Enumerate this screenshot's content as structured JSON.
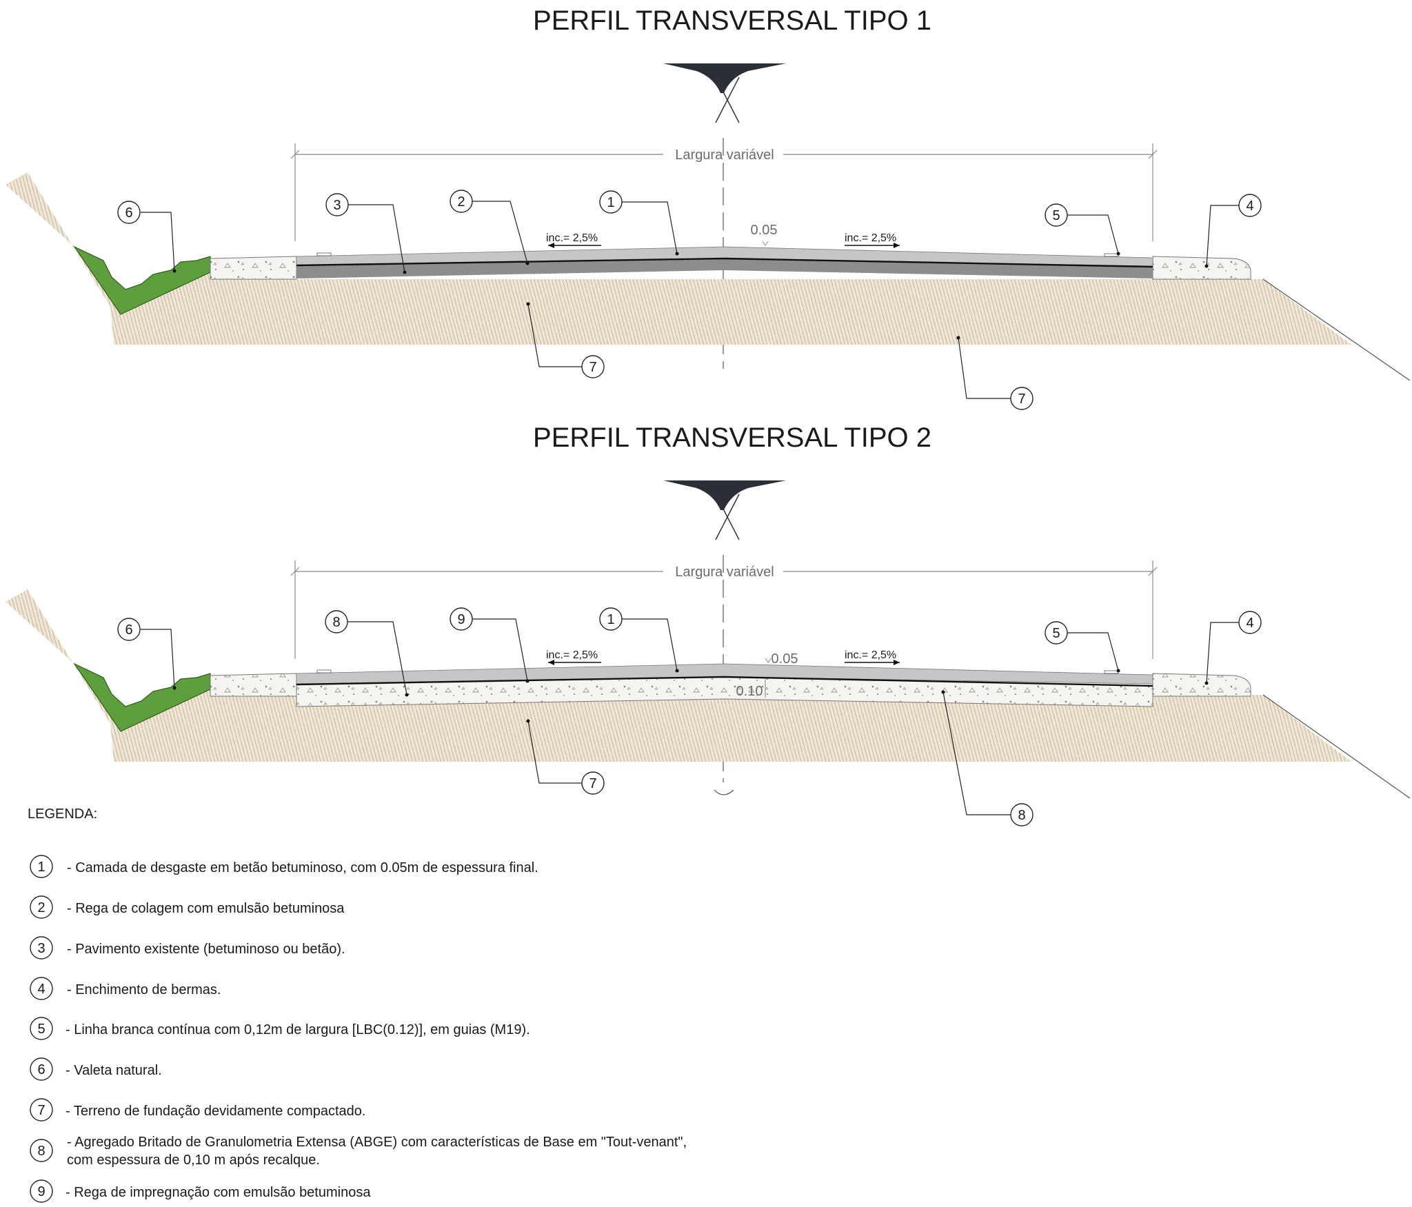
{
  "sections": [
    {
      "title": "PERFIL TRANSVERSAL TIPO 1",
      "width_label": "Largura variável",
      "thickness_label": "0.05",
      "slope_left": "inc.= 2,5%",
      "slope_right": "inc.= 2,5%",
      "callouts": [
        "6",
        "3",
        "2",
        "1",
        "5",
        "4",
        "7",
        "7"
      ]
    },
    {
      "title": "PERFIL TRANSVERSAL TIPO 2",
      "width_label": "Largura variável",
      "thickness_label": "0.05",
      "base_label": "0.10",
      "slope_left": "inc.= 2,5%",
      "slope_right": "inc.= 2,5%",
      "callouts": [
        "6",
        "8",
        "9",
        "1",
        "5",
        "4",
        "7",
        "8"
      ]
    }
  ],
  "colors": {
    "wearing_course": "#c4c4c4",
    "existing_pavement": "#8a8a8a",
    "binder_line": "#111111",
    "ditch": "#5e9f3d",
    "subgrade": "#efe5d6",
    "shoulder": "#f4f3ef"
  },
  "legend": {
    "title": "LEGENDA:",
    "items": [
      {
        "num": "1",
        "lines": [
          "- Camada de desgaste em betão betuminoso, com 0.05m de espessura final."
        ]
      },
      {
        "num": "2",
        "lines": [
          "- Rega de colagem com emulsão betuminosa"
        ]
      },
      {
        "num": "3",
        "lines": [
          "- Pavimento existente (betuminoso ou betão)."
        ]
      },
      {
        "num": "4",
        "lines": [
          "- Enchimento de bermas."
        ]
      },
      {
        "num": "5",
        "lines": [
          "- Linha branca contínua com 0,12m de largura [LBC(0.12)], em guias (M19)."
        ]
      },
      {
        "num": "6",
        "lines": [
          "- Valeta natural."
        ]
      },
      {
        "num": "7",
        "lines": [
          "- Terreno de fundação devidamente compactado."
        ]
      },
      {
        "num": "8",
        "lines": [
          "- Agregado Britado de Granulometria Extensa (ABGE) com características de Base em \"Tout-venant\",",
          "com espessura de 0,10 m após recalque."
        ]
      },
      {
        "num": "9",
        "lines": [
          "- Rega de impregnação com emulsão betuminosa"
        ]
      }
    ]
  }
}
